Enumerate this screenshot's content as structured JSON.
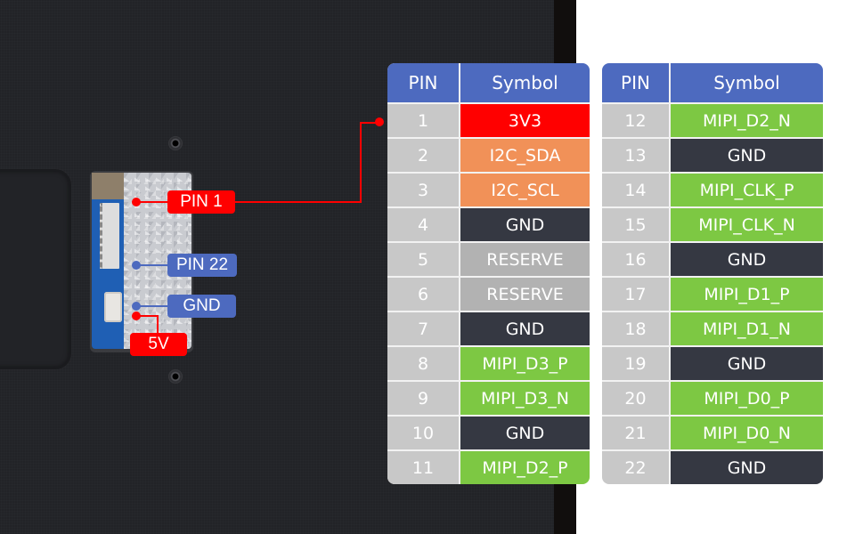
{
  "colors": {
    "header": "#4d6abf",
    "pin_cell": "#c8c8c8",
    "power": "#ff0000",
    "i2c": "#f19158",
    "gnd": "#353842",
    "reserve": "#b2b2b2",
    "mipi": "#7dc843",
    "callout_red": "#ff0000",
    "callout_blue": "#4d6abf"
  },
  "callouts": {
    "pin1": "PIN 1",
    "pin22": "PIN 22",
    "gnd": "GND",
    "v5": "5V"
  },
  "tables": [
    {
      "headers": {
        "pin": "PIN",
        "symbol": "Symbol"
      },
      "rows": [
        {
          "pin": "1",
          "symbol": "3V3",
          "type": "power"
        },
        {
          "pin": "2",
          "symbol": "I2C_SDA",
          "type": "i2c"
        },
        {
          "pin": "3",
          "symbol": "I2C_SCL",
          "type": "i2c"
        },
        {
          "pin": "4",
          "symbol": "GND",
          "type": "gnd"
        },
        {
          "pin": "5",
          "symbol": "RESERVE",
          "type": "reserve"
        },
        {
          "pin": "6",
          "symbol": "RESERVE",
          "type": "reserve"
        },
        {
          "pin": "7",
          "symbol": "GND",
          "type": "gnd"
        },
        {
          "pin": "8",
          "symbol": "MIPI_D3_P",
          "type": "mipi"
        },
        {
          "pin": "9",
          "symbol": "MIPI_D3_N",
          "type": "mipi"
        },
        {
          "pin": "10",
          "symbol": "GND",
          "type": "gnd"
        },
        {
          "pin": "11",
          "symbol": "MIPI_D2_P",
          "type": "mipi"
        }
      ]
    },
    {
      "headers": {
        "pin": "PIN",
        "symbol": "Symbol"
      },
      "rows": [
        {
          "pin": "12",
          "symbol": "MIPI_D2_N",
          "type": "mipi"
        },
        {
          "pin": "13",
          "symbol": "GND",
          "type": "gnd"
        },
        {
          "pin": "14",
          "symbol": "MIPI_CLK_P",
          "type": "mipi"
        },
        {
          "pin": "15",
          "symbol": "MIPI_CLK_N",
          "type": "mipi"
        },
        {
          "pin": "16",
          "symbol": "GND",
          "type": "gnd"
        },
        {
          "pin": "17",
          "symbol": "MIPI_D1_P",
          "type": "mipi"
        },
        {
          "pin": "18",
          "symbol": "MIPI_D1_N",
          "type": "mipi"
        },
        {
          "pin": "19",
          "symbol": "GND",
          "type": "gnd"
        },
        {
          "pin": "20",
          "symbol": "MIPI_D0_P",
          "type": "mipi"
        },
        {
          "pin": "21",
          "symbol": "MIPI_D0_N",
          "type": "mipi"
        },
        {
          "pin": "22",
          "symbol": "GND",
          "type": "gnd"
        }
      ]
    }
  ]
}
